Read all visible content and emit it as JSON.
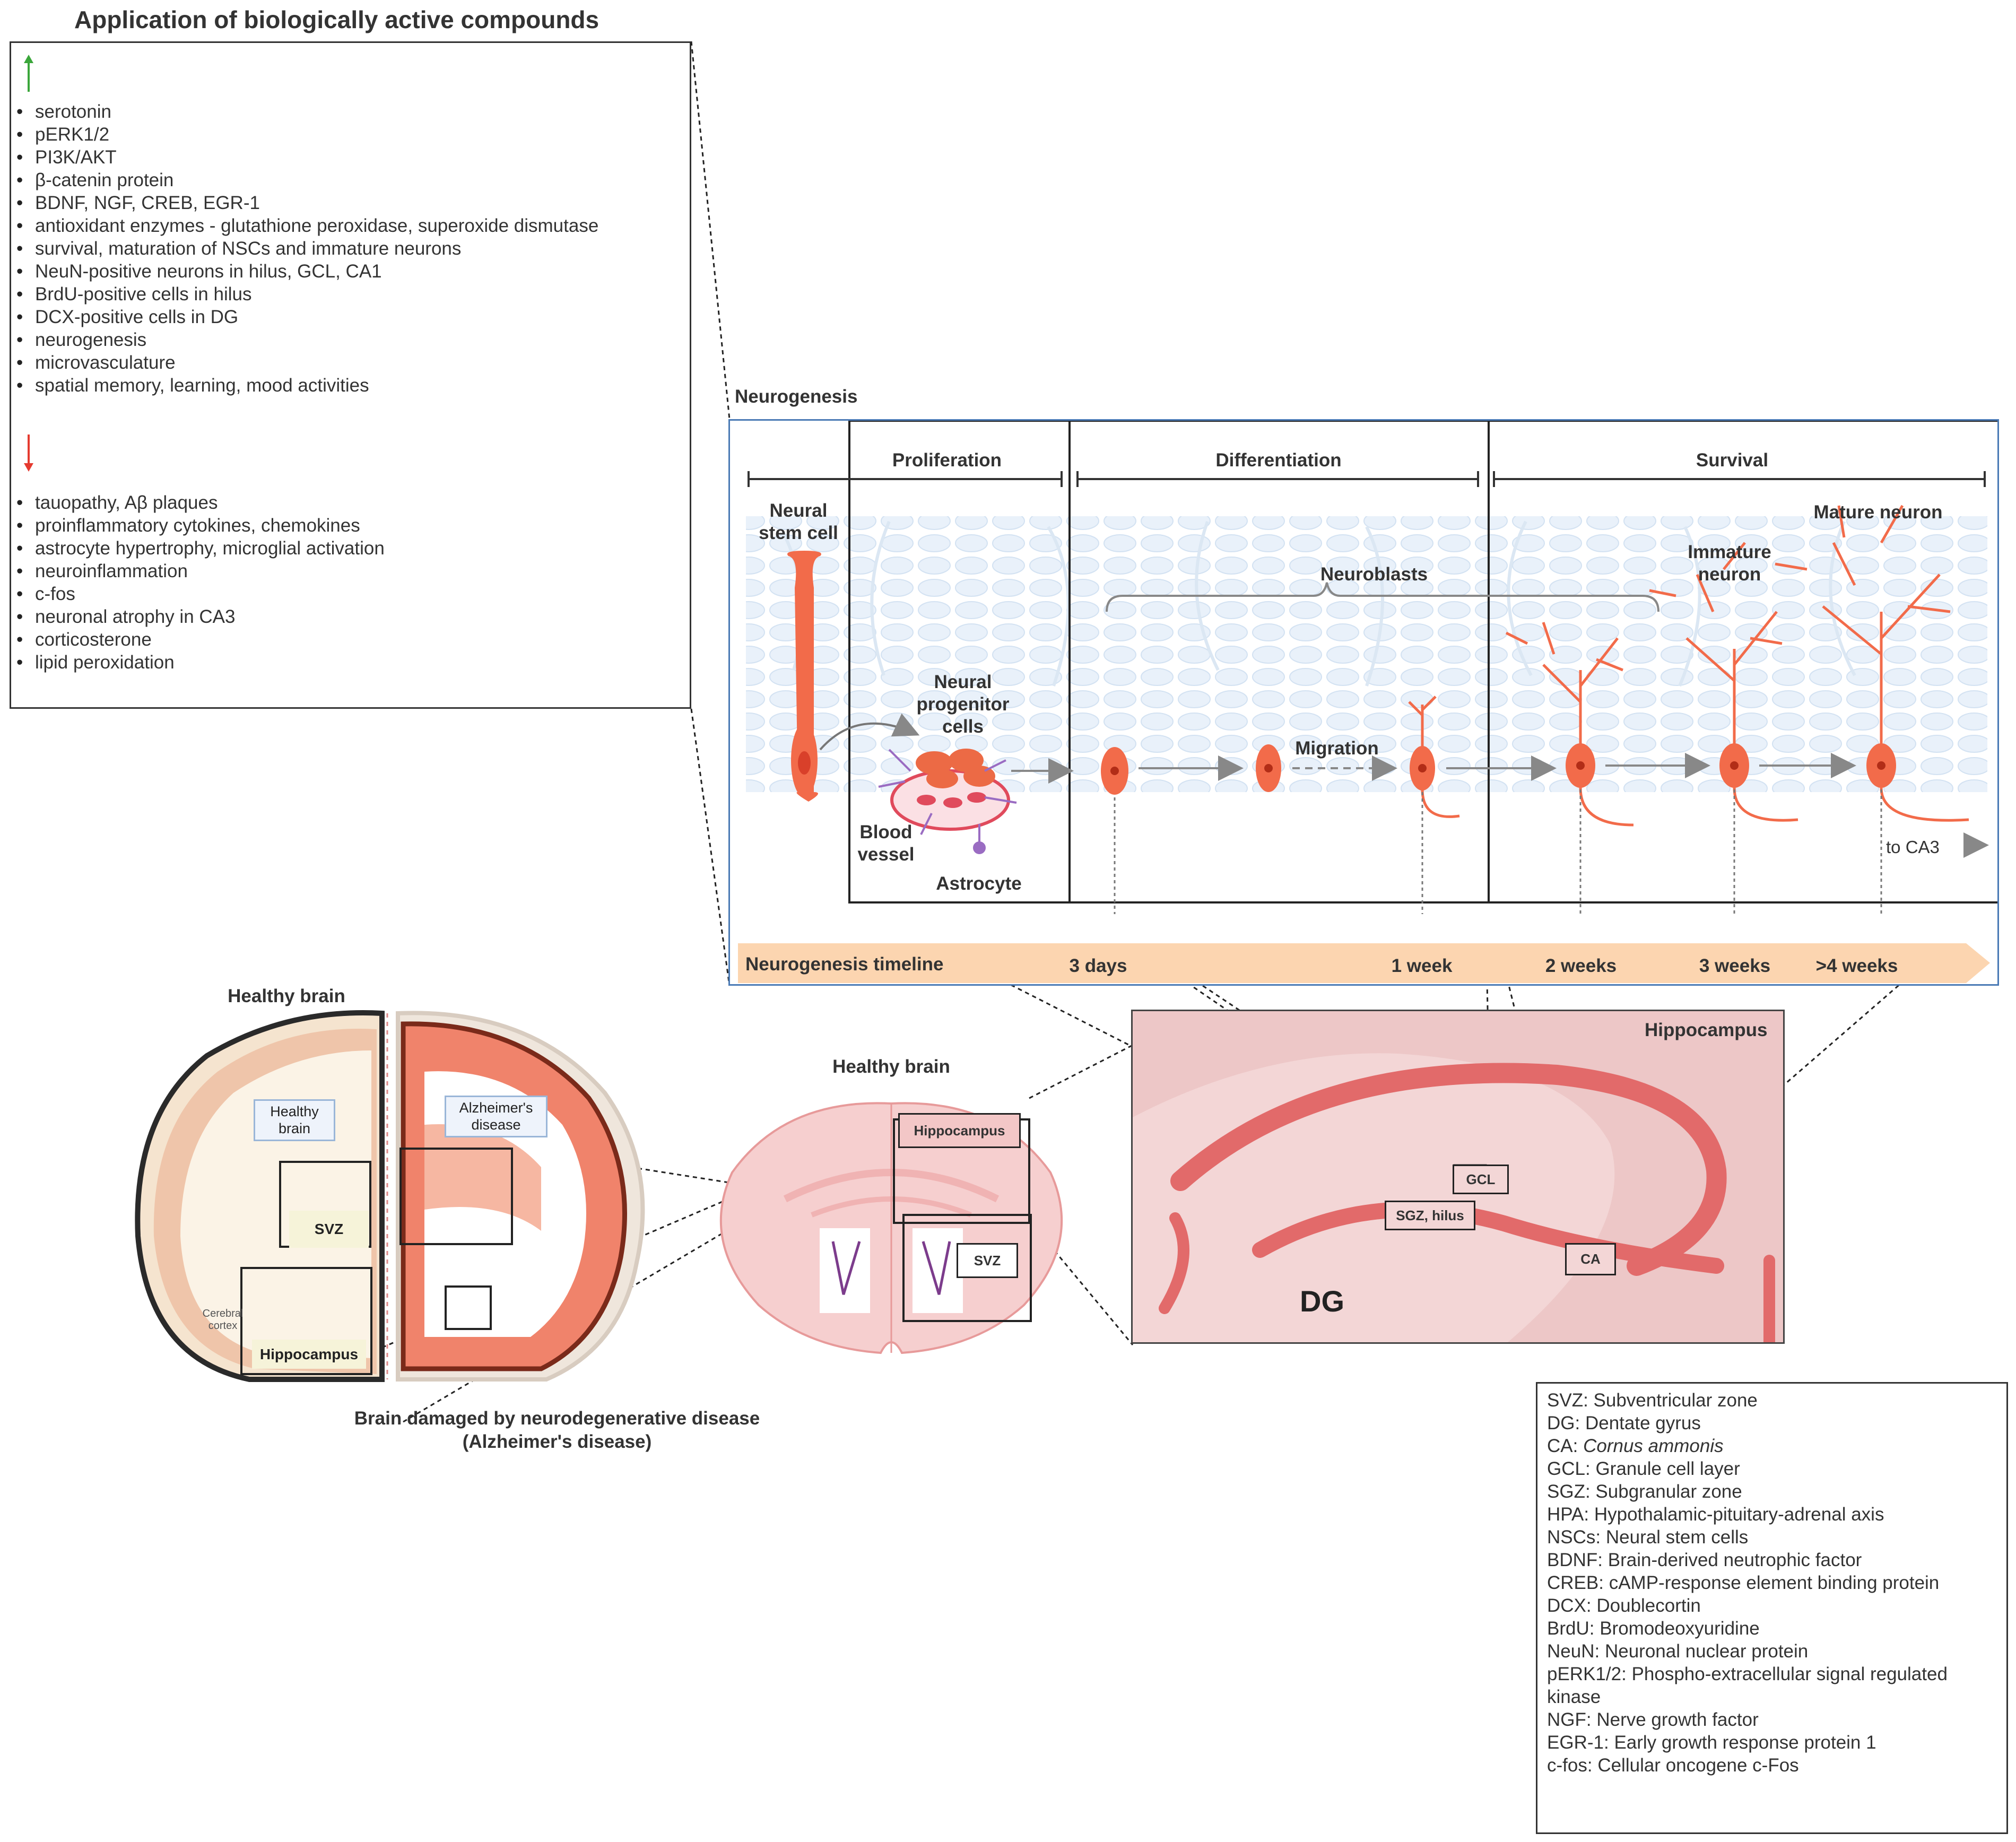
{
  "compounds": {
    "title": "Application of  biologically active compounds",
    "up_items": [
      "serotonin",
      "pERK1/2",
      "PI3K/AKT",
      "β-catenin protein",
      "BDNF, NGF, CREB, EGR-1",
      "antioxidant enzymes - glutathione peroxidase, superoxide dismutase",
      "survival, maturation of NSCs and immature neurons",
      "NeuN-positive neurons in hilus, GCL, CA1",
      "BrdU-positive cells in hilus",
      "DCX-positive cells in DG",
      "neurogenesis",
      "microvasculature",
      "spatial memory, learning, mood activities"
    ],
    "down_items": [
      "tauopathy, Aβ plaques",
      "proinflammatory cytokines, chemokines",
      "astrocyte hypertrophy, microglial activation",
      "neuroinflammation",
      "c-fos",
      "neuronal atrophy in CA3",
      "corticosterone",
      "lipid peroxidation"
    ]
  },
  "neurogenesis": {
    "label": "Neurogenesis",
    "phases": [
      "Proliferation",
      "Differentiation",
      "Survival"
    ],
    "cells": {
      "stem": "Neural stem cell",
      "progenitor": "Neural progenitor cells",
      "blood": "Blood vessel",
      "astrocyte": "Astrocyte",
      "neuroblasts": "Neuroblasts",
      "migration": "Migration",
      "immature": "Immature neuron",
      "mature": "Mature neuron",
      "to_ca3": "to CA3"
    },
    "timeline_label": "Neurogenesis timeline",
    "timeline": [
      "3 days",
      "1 week",
      "2 weeks",
      "3 weeks",
      ">4 weeks"
    ]
  },
  "brains": {
    "healthy_title": "Healthy brain",
    "healthy_tag": "Healthy brain",
    "ad_tag": "Alzheimer's disease",
    "svz": "SVZ",
    "cortex": "Cerebral cortex",
    "hippocampus": "Hippocampus",
    "caption_line1": "Brain damaged by neurodegenerative disease",
    "caption_line2": "(Alzheimer's disease)"
  },
  "mouse": {
    "title": "Healthy brain",
    "hippocampus": "Hippocampus",
    "svz": "SVZ"
  },
  "hippo": {
    "title": "Hippocampus",
    "gcl": "GCL",
    "sgz": "SGZ, hilus",
    "ca": "CA",
    "dg": "DG"
  },
  "glossary": [
    {
      "abbr": "SVZ:",
      "full": "Subventricular zone"
    },
    {
      "abbr": "DG:",
      "full": "Dentate gyrus"
    },
    {
      "abbr": "CA:",
      "full": "Cornus ammonis"
    },
    {
      "abbr": "GCL:",
      "full": "Granule cell layer"
    },
    {
      "abbr": "SGZ:",
      "full": "Subgranular zone"
    },
    {
      "abbr": "HPA:",
      "full": "Hypothalamic-pituitary-adrenal axis"
    },
    {
      "abbr": "NSCs:",
      "full": "Neural stem cells"
    },
    {
      "abbr": "BDNF:",
      "full": "Brain-derived neutrophic factor"
    },
    {
      "abbr": "CREB:",
      "full": "cAMP-response element binding protein"
    },
    {
      "abbr": "DCX:",
      "full": "Doublecortin"
    },
    {
      "abbr": "BrdU:",
      "full": "Bromodeoxyuridine"
    },
    {
      "abbr": "NeuN:",
      "full": "Neuronal nuclear protein"
    },
    {
      "abbr": "pERK1/2:",
      "full": "Phospho-extracellular signal regulated kinase"
    },
    {
      "abbr": "NGF:",
      "full": "Nerve growth factor"
    },
    {
      "abbr": "EGR-1:",
      "full": "Early growth response protein 1"
    },
    {
      "abbr": "c-fos:",
      "full": "Cellular oncogene c-Fos"
    }
  ],
  "colors": {
    "neuron": "#f26b4a",
    "up_arrow": "#3aa63a",
    "down_arrow": "#e53a2f",
    "timeline": "#fcd5b0",
    "hippo_bg": "#f3d6d6",
    "brain_ad": "#f0836b"
  }
}
